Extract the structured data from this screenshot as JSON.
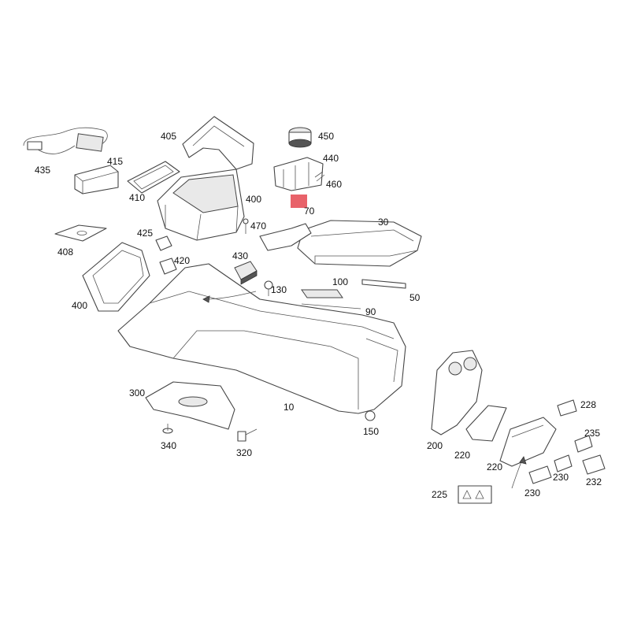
{
  "labels": {
    "p10": "10",
    "p30": "30",
    "p50": "50",
    "p70": "70",
    "p90": "90",
    "p100": "100",
    "p130": "130",
    "p150": "150",
    "p200": "200",
    "p220a": "220",
    "p220b": "220",
    "p225": "225",
    "p228": "228",
    "p230a": "230",
    "p230b": "230",
    "p232": "232",
    "p235": "235",
    "p300": "300",
    "p320": "320",
    "p340": "340",
    "p400a": "400",
    "p400b": "400",
    "p405": "405",
    "p408": "408",
    "p410": "410",
    "p415": "415",
    "p420": "420",
    "p425": "425",
    "p430": "430",
    "p435": "435",
    "p440": "440",
    "p450": "450",
    "p460": "460",
    "p470": "470"
  },
  "colors": {
    "highlight": "#e8626a",
    "line": "#444444",
    "shade": "#e9e9e9"
  }
}
